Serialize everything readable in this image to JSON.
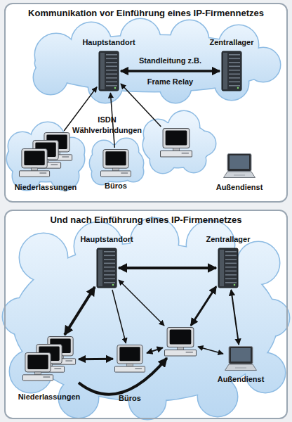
{
  "diagram": {
    "nodes": [
      {
        "text": [
          "Kommunikation vor Einführung eines IP-Firmennetzes"
        ]
      },
      {
        "text": [
          "Hauptstandort"
        ],
        "in": 0
      },
      {
        "text": [
          "Zentrallager"
        ],
        "in": 0
      },
      {
        "text": [
          "Niederlassungen"
        ],
        "in": 0
      },
      {
        "text": [
          "Büros"
        ],
        "in": 0
      },
      {
        "text": [],
        "in": 0
      },
      {
        "text": [
          "Außendienst"
        ],
        "in": 0
      },
      {
        "text": [
          "Und nach Einführung eines IP-Firmennetzes"
        ]
      },
      {
        "text": [
          "Hauptstandort"
        ],
        "in": 7
      },
      {
        "text": [
          "Zentrallager"
        ],
        "in": 7
      },
      {
        "text": [
          "Niederlassungen"
        ],
        "in": 7
      },
      {
        "text": [
          "Büros"
        ],
        "in": 7
      },
      {
        "text": [],
        "in": 7
      },
      {
        "text": [
          "Außendienst"
        ],
        "in": 7
      }
    ],
    "edges": [
      {
        "from": 1,
        "to": 2,
        "arrow": "both",
        "label": "Standleitung z.B. Frame Relay"
      },
      {
        "from": 3,
        "to": 1,
        "arrow": "to"
      },
      {
        "from": 4,
        "to": 1,
        "arrow": "to"
      },
      {
        "from": 5,
        "to": 1,
        "arrow": "to"
      },
      {
        "from": 8,
        "to": 9,
        "arrow": "both"
      },
      {
        "from": 8,
        "to": 10,
        "arrow": "both"
      },
      {
        "from": 8,
        "to": 11,
        "arrow": "to"
      },
      {
        "from": 8,
        "to": 12,
        "arrow": "both"
      },
      {
        "from": 9,
        "to": 12,
        "arrow": "both"
      },
      {
        "from": 9,
        "to": 13,
        "arrow": "both"
      },
      {
        "from": 10,
        "to": 11,
        "arrow": "both"
      },
      {
        "from": 11,
        "to": 12,
        "arrow": "both"
      },
      {
        "from": 12,
        "to": 13,
        "arrow": "both"
      },
      {
        "from": 10,
        "to": 12,
        "arrow": "to"
      }
    ],
    "labels": [
      "ISDN Wählverbindungen"
    ]
  }
}
